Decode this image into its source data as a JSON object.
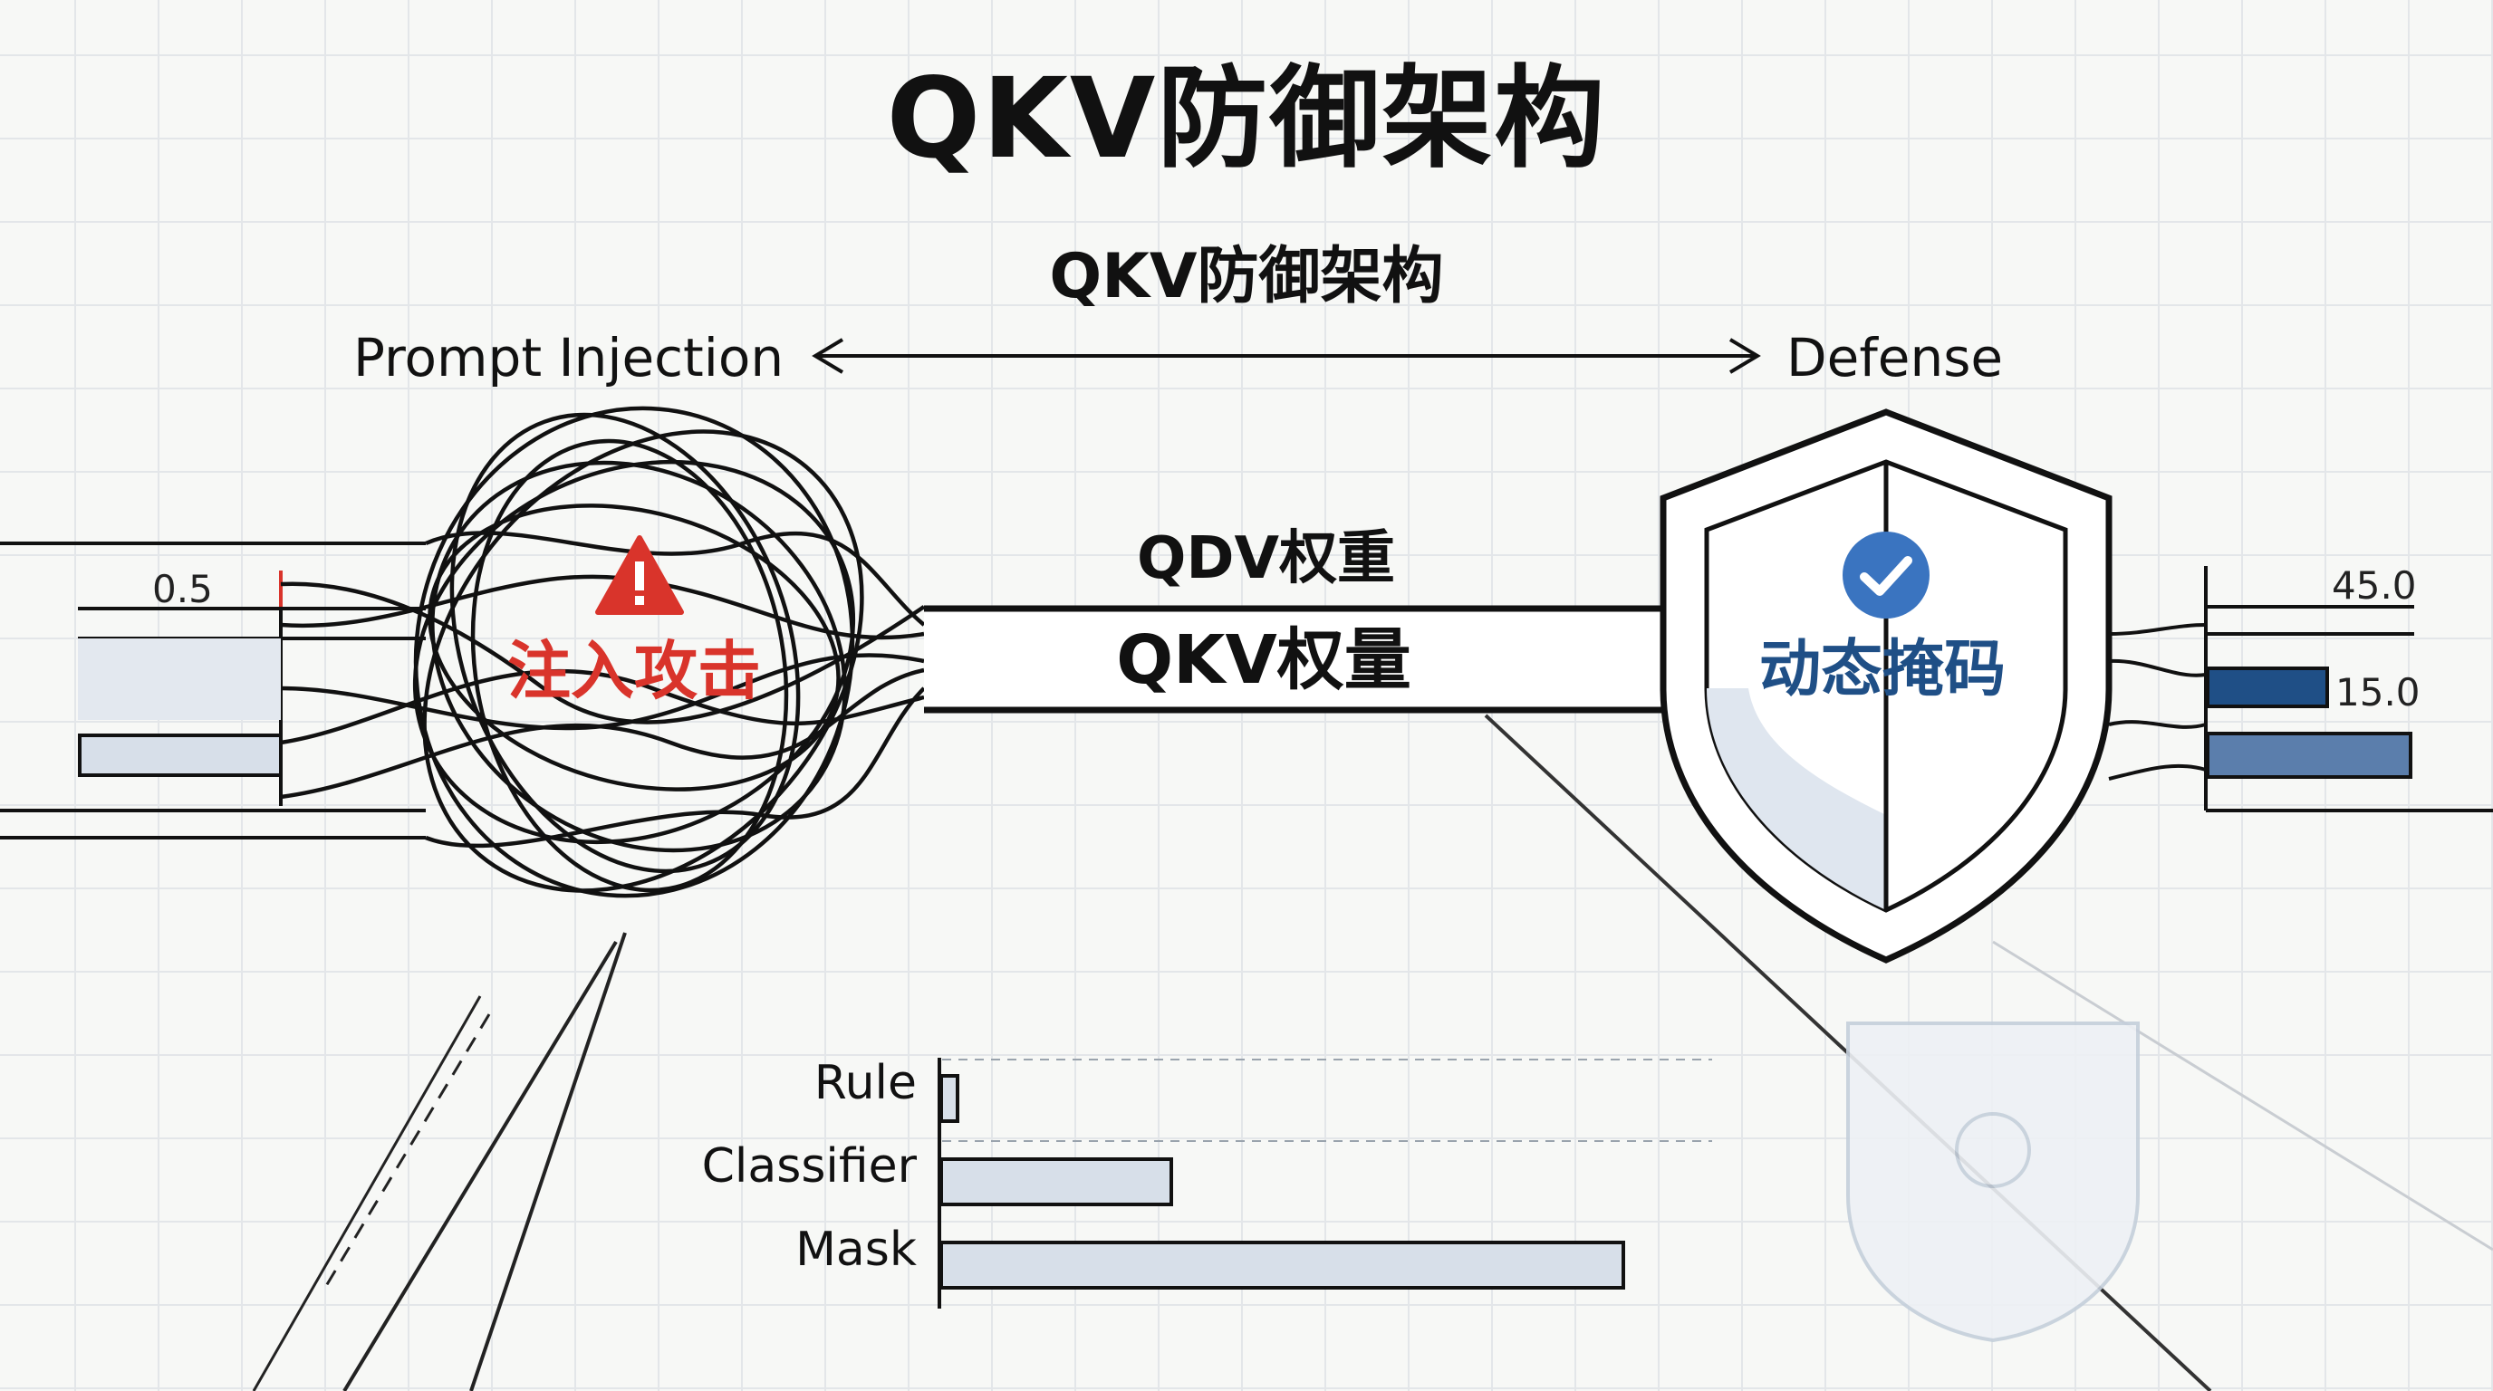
{
  "title": "QKV防御架构",
  "subtitle": "QKV防御架构",
  "labels": {
    "left": "Prompt Injection",
    "right": "Defense",
    "upper_flow": "QDV权重",
    "lower_flow": "QKV权量",
    "attack": "注入攻击",
    "defense": "动态掩码"
  },
  "values": {
    "left_value": "0.5",
    "right_value_1": "45.0",
    "right_value_2": "15.0"
  },
  "colors": {
    "attack_red": "#d9342b",
    "defense_blue": "#1f4f86",
    "defense_light_blue": "#5b7eac",
    "bar_fill": "#d7dfe9",
    "grid": "#e3e6e9"
  },
  "icons": {
    "warning": "warning-triangle-icon",
    "check": "check-circle-icon",
    "shield": "shield-icon"
  },
  "bars": [
    {
      "label": "Rule",
      "value": 2
    },
    {
      "label": "Classifier",
      "value": 30
    },
    {
      "label": "Mask",
      "value": 88
    }
  ]
}
